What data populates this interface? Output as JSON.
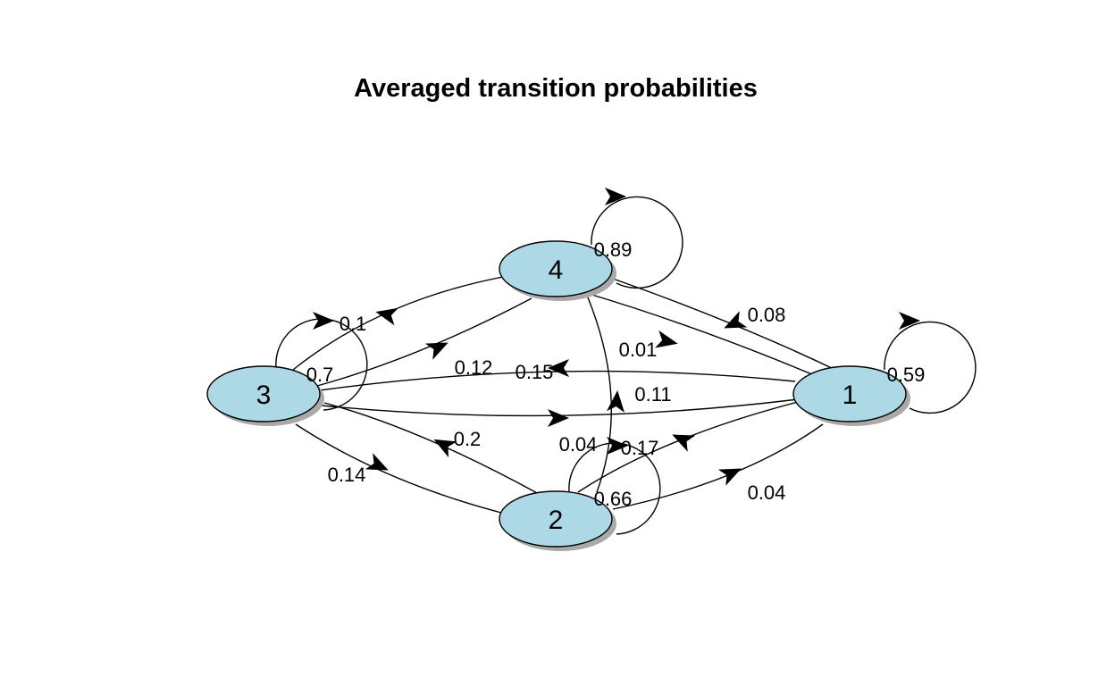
{
  "title": "Averaged transition probabilities",
  "node_fill": "#add8e6",
  "node_shadow": "#a9a9a9",
  "edge_color": "#000000",
  "nodes": [
    {
      "id": "1",
      "label": "1"
    },
    {
      "id": "2",
      "label": "2"
    },
    {
      "id": "3",
      "label": "3"
    },
    {
      "id": "4",
      "label": "4"
    }
  ],
  "edges": [
    {
      "from": "4",
      "to": "4",
      "label": "0.89"
    },
    {
      "from": "1",
      "to": "1",
      "label": "0.59"
    },
    {
      "from": "3",
      "to": "3",
      "label": "0.7"
    },
    {
      "from": "2",
      "to": "2",
      "label": "0.66"
    },
    {
      "from": "4",
      "to": "3",
      "label": "0.1"
    },
    {
      "from": "1",
      "to": "4",
      "label": "0.08"
    },
    {
      "from": "4",
      "to": "1",
      "label": "0.01"
    },
    {
      "from": "3",
      "to": "4",
      "label": "0.12"
    },
    {
      "from": "1",
      "to": "3",
      "label": "0.15"
    },
    {
      "from": "3",
      "to": "1",
      "label": "0.11"
    },
    {
      "from": "2",
      "to": "4",
      "label": "0.04"
    },
    {
      "from": "1",
      "to": "2",
      "label": "0.17"
    },
    {
      "from": "2",
      "to": "3",
      "label": "0.2"
    },
    {
      "from": "3",
      "to": "2",
      "label": "0.14"
    },
    {
      "from": "2",
      "to": "1",
      "label": "0.04"
    }
  ]
}
